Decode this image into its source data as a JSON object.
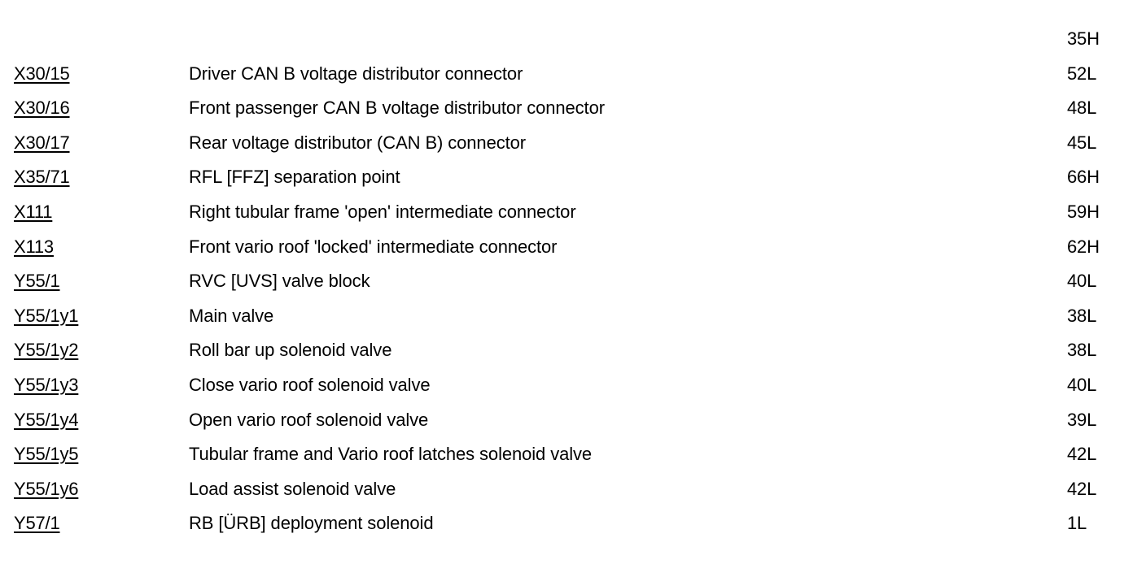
{
  "legend": {
    "rows": [
      {
        "code": "",
        "description": "",
        "grid": "35H"
      },
      {
        "code": "X30/15",
        "description": "Driver CAN B voltage distributor connector",
        "grid": "52L"
      },
      {
        "code": "X30/16",
        "description": "Front passenger CAN B voltage distributor connector",
        "grid": "48L"
      },
      {
        "code": "X30/17",
        "description": "Rear voltage distributor (CAN B) connector",
        "grid": "45L"
      },
      {
        "code": "X35/71",
        "description": "RFL [FFZ] separation point",
        "grid": "66H"
      },
      {
        "code": "X111",
        "description": "Right tubular frame 'open' intermediate connector",
        "grid": "59H"
      },
      {
        "code": "X113",
        "description": "Front vario roof 'locked' intermediate connector",
        "grid": "62H"
      },
      {
        "code": "Y55/1",
        "description": "RVC [UVS] valve block",
        "grid": "40L"
      },
      {
        "code": "Y55/1y1",
        "description": "Main valve",
        "grid": "38L"
      },
      {
        "code": "Y55/1y2",
        "description": "Roll bar up solenoid valve",
        "grid": "38L"
      },
      {
        "code": "Y55/1y3",
        "description": "Close vario roof solenoid valve",
        "grid": "40L"
      },
      {
        "code": "Y55/1y4",
        "description": "Open vario roof solenoid valve",
        "grid": "39L"
      },
      {
        "code": "Y55/1y5",
        "description": "Tubular frame and Vario roof latches solenoid valve",
        "grid": "42L"
      },
      {
        "code": "Y55/1y6",
        "description": "Load assist solenoid valve",
        "grid": "42L"
      },
      {
        "code": "Y57/1",
        "description": "RB [ÜRB] deployment solenoid",
        "grid": "1L"
      }
    ]
  }
}
